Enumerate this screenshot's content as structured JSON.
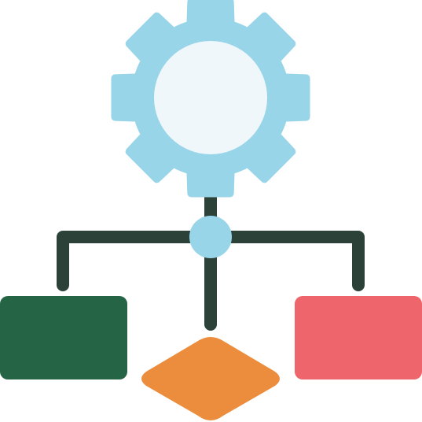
{
  "diagram": {
    "icon_names": {
      "gear": "gear-icon",
      "hub": "junction-node",
      "left_box": "left-process-box",
      "right_box": "right-process-box",
      "decision": "decision-diamond"
    },
    "colors": {
      "gear_outer": "#98D5E8",
      "gear_inner": "#EFF7FB",
      "connector": "#2C4138",
      "hub": "#98D5E8",
      "left_box": "#256545",
      "right_box": "#EE666B",
      "decision": "#EC8D3D"
    }
  }
}
